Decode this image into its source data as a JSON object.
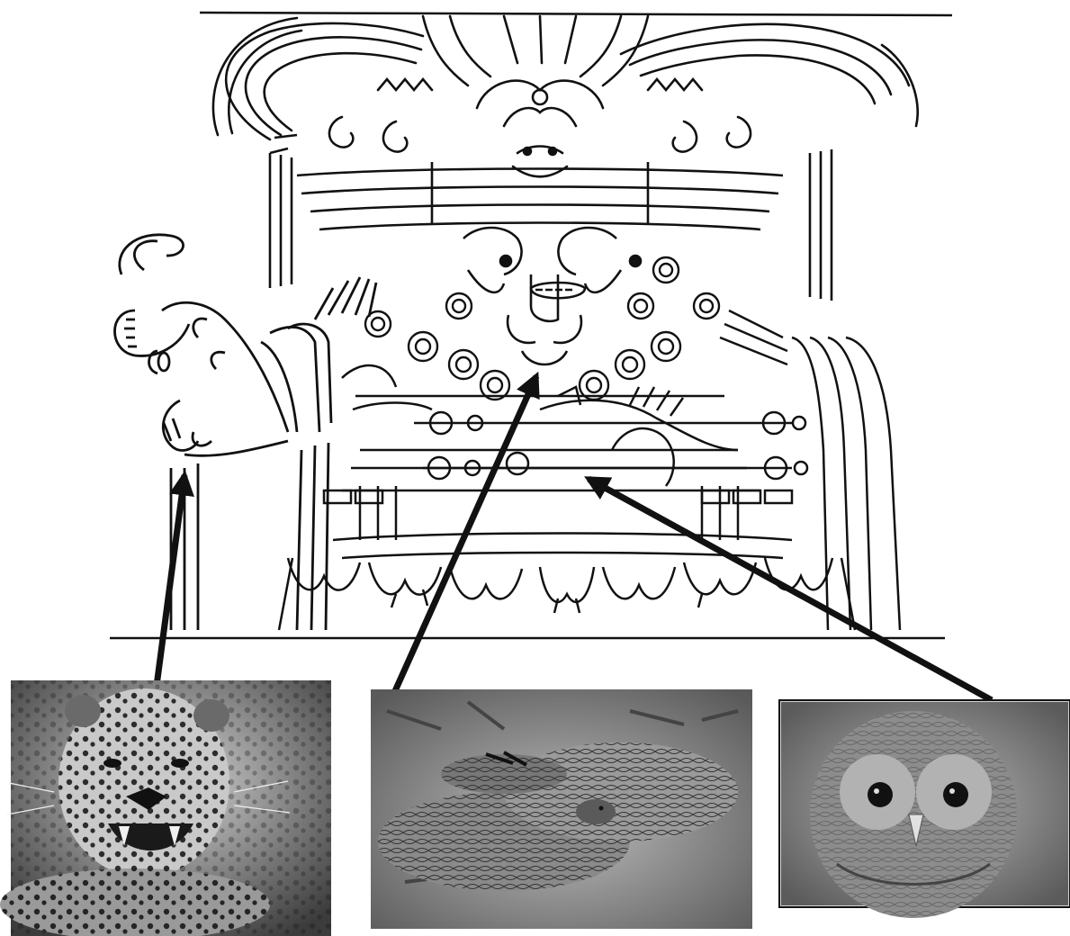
{
  "figure": {
    "subject": "",
    "photos": [
      {
        "id": "jaguar",
        "icon": "jaguar-photo-icon",
        "label": ""
      },
      {
        "id": "rattlesnake",
        "icon": "rattlesnake-photo-icon",
        "label": ""
      },
      {
        "id": "owl",
        "icon": "owl-photo-icon",
        "label": ""
      }
    ],
    "colors": {
      "line": "#111111",
      "paper": "#ffffff",
      "photo_bg": "#8a8a8a"
    }
  }
}
